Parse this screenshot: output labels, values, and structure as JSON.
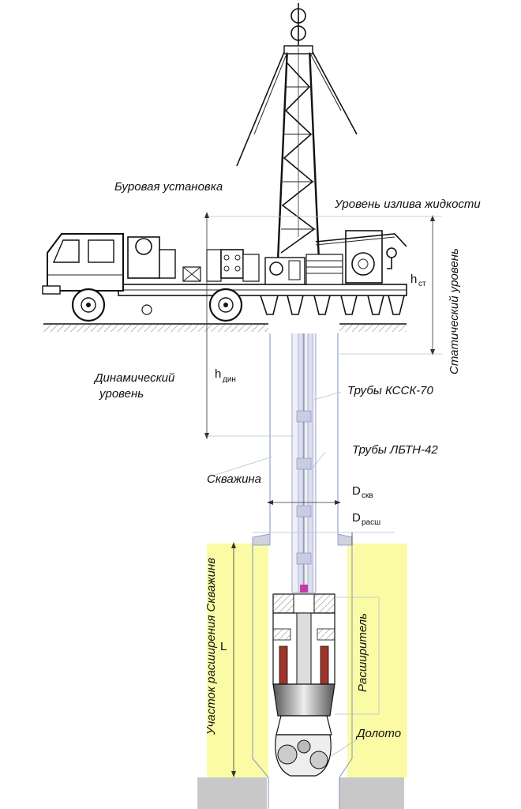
{
  "labels": {
    "rig": "Буровая установка",
    "outflow_level": "Уровень излива  жидкости",
    "static_level": "Статический уровень",
    "dynamic_level_line1": "Динамический",
    "dynamic_level_line2": "уровень",
    "h_static": "h",
    "h_static_sub": "ст",
    "h_dynamic": "h",
    "h_dynamic_sub": "дин",
    "pipes_kssk": "Трубы КССК-70",
    "pipes_lbtn": "Трубы ЛБТН-42",
    "well": "Скважина",
    "d_well": "D",
    "d_well_sub": "скв",
    "d_ream": "D",
    "d_ream_sub": "расш",
    "expansion_section": "Участок расширения Скважинв",
    "length": "L",
    "reamer": "Расширитель",
    "bit": "Долото"
  },
  "colors": {
    "rock_fill": "#fbfba6",
    "bottom_fill": "#c8c8c8",
    "well_outline": "#7f90c6",
    "pipe_fill": "#dcdff0",
    "cutter_red": "#a0332a"
  }
}
